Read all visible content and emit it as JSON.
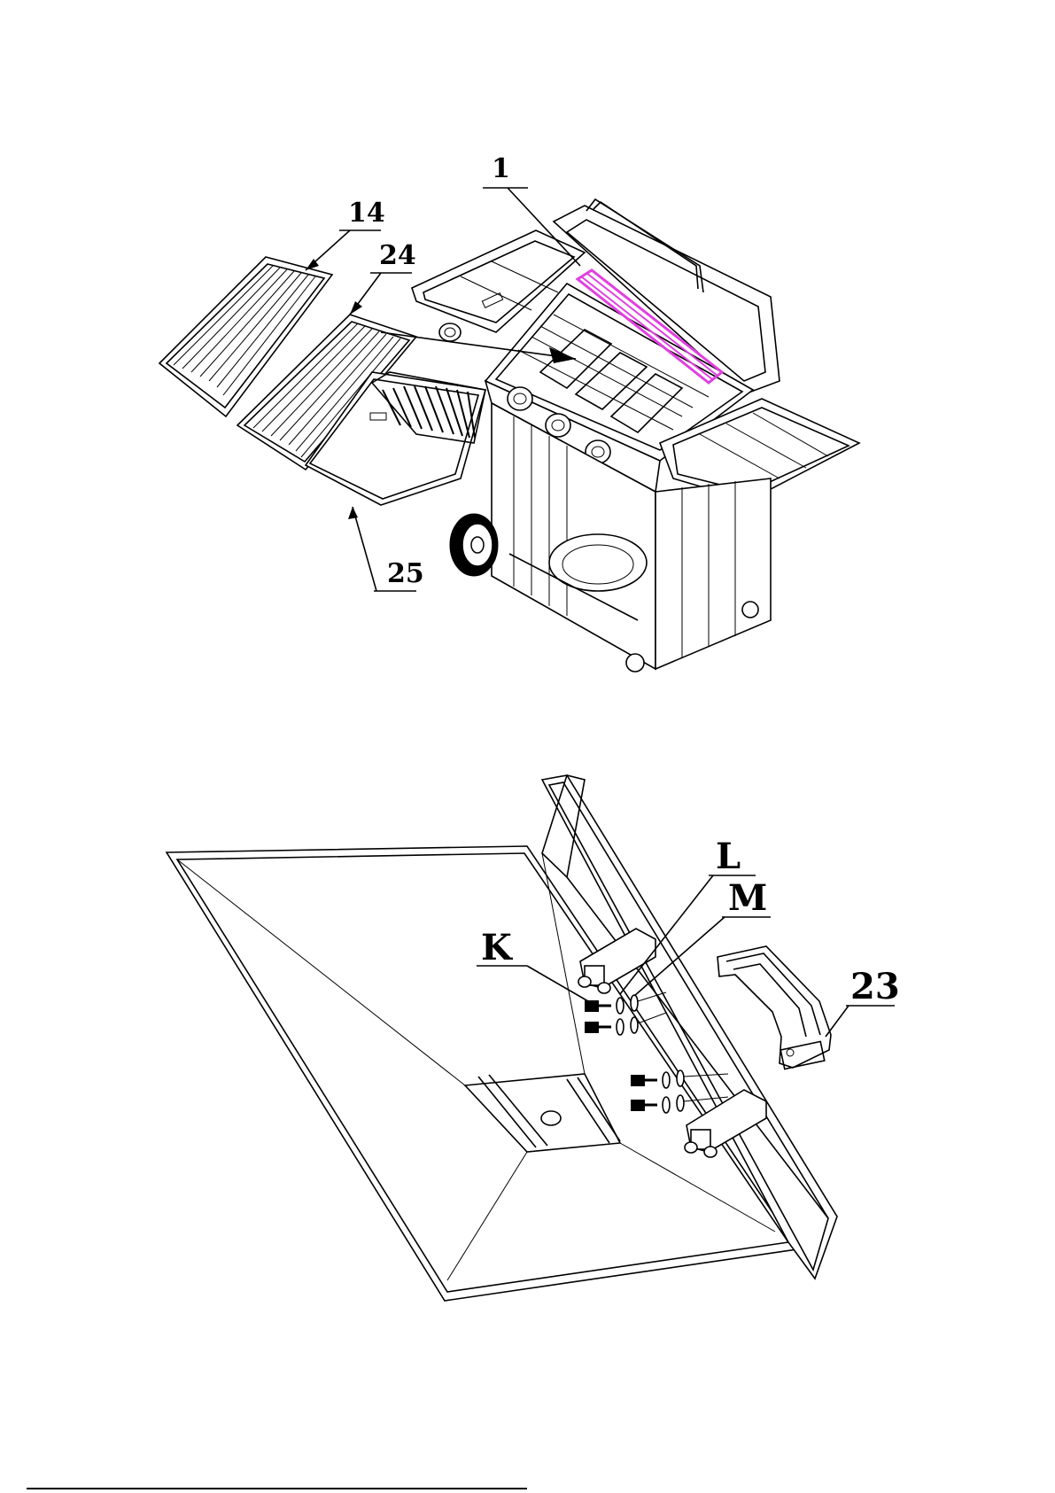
{
  "diagrams": [
    {
      "id": "grill-assembly",
      "callouts": [
        "1",
        "14",
        "24",
        "25"
      ]
    },
    {
      "id": "bottom-tray-handle",
      "callouts": [
        "L",
        "M",
        "K",
        "23"
      ]
    }
  ],
  "colors": {
    "ink": "#000000",
    "highlight": "#e040e0",
    "paper": "#ffffff"
  }
}
